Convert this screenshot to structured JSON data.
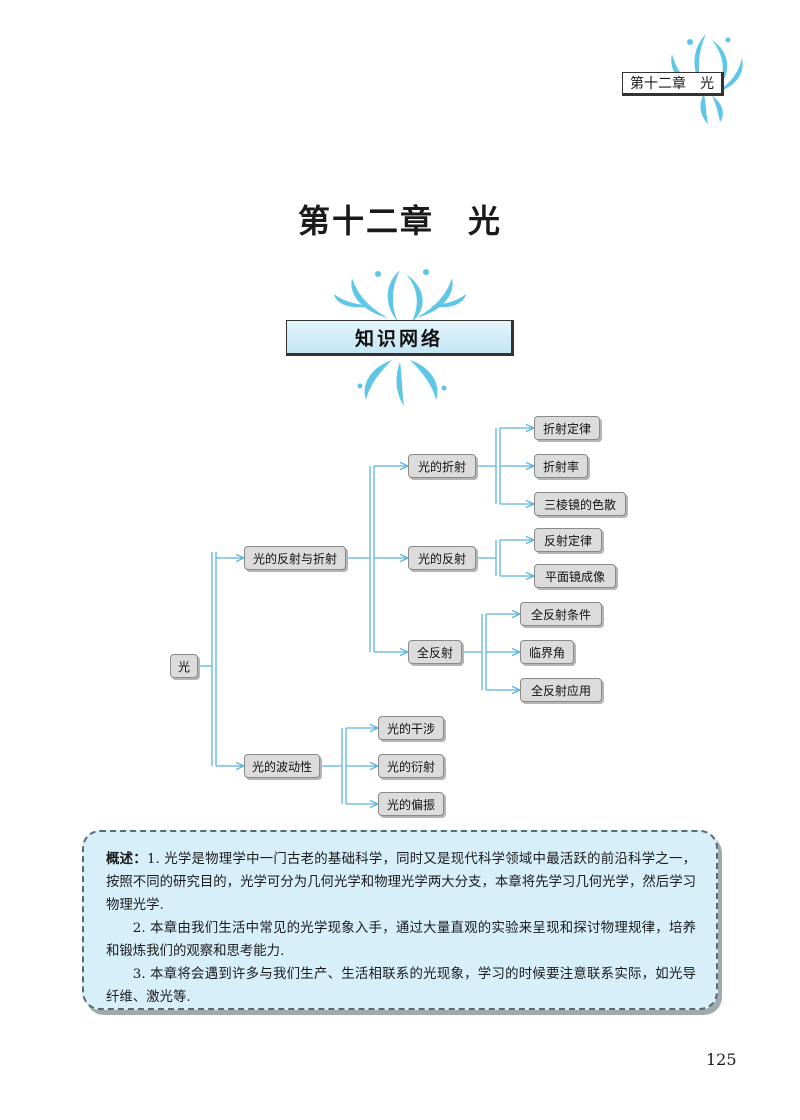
{
  "header": {
    "running_title": "第十二章　光"
  },
  "chapter_title": "第十二章　光",
  "section_title": "知识网络",
  "mindmap": {
    "root": "光",
    "level1": {
      "reflection_refraction": "光的反射与折射",
      "wave": "光的波动性"
    },
    "level2": {
      "refraction": "光的折射",
      "reflection": "光的反射",
      "total_reflection": "全反射",
      "interference": "光的干涉",
      "diffraction": "光的衍射",
      "polarization": "光的偏振"
    },
    "level3": {
      "refraction_law": "折射定律",
      "refractive_index": "折射率",
      "prism_dispersion": "三棱镜的色散",
      "reflection_law": "反射定律",
      "plane_mirror": "平面镜成像",
      "tr_condition": "全反射条件",
      "critical_angle": "临界角",
      "tr_application": "全反射应用"
    }
  },
  "summary": {
    "label": "概述：",
    "p1": "1. 光学是物理学中一门古老的基础科学，同时又是现代科学领域中最活跃的前沿科学之一，按照不同的研究目的，光学可分为几何光学和物理光学两大分支，本章将先学习几何光学，然后学习物理光学.",
    "p2": "2. 本章由我们生活中常见的光学现象入手，通过大量直观的实验来呈现和探讨物理规律，培养和锻炼我们的观察和思考能力.",
    "p3": "3. 本章将会遇到许多与我们生产、生活相联系的光现象，学习的时候要注意联系实际，如光导纤维、激光等."
  },
  "page_number": "125",
  "colors": {
    "accent_cyan": "#5ec6e6",
    "line_blue": "#5ab4de",
    "box_fill": "#d6eff9",
    "node_fill": "#dcdcdc"
  }
}
